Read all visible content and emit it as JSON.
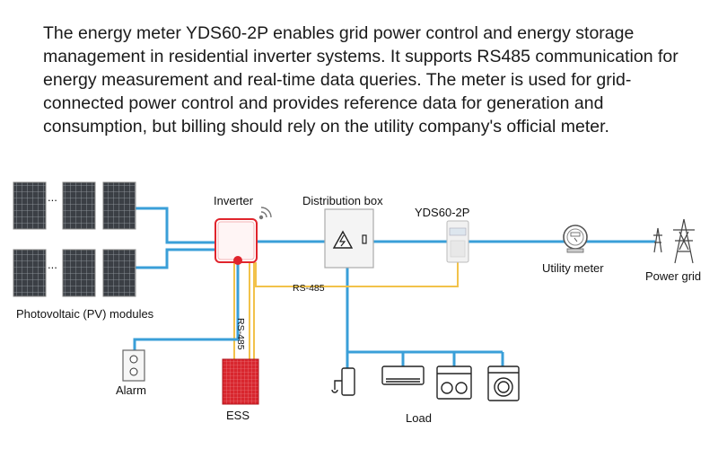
{
  "description": "The energy meter YDS60-2P enables grid power control and energy storage management in residential inverter systems. It supports RS485 communication for energy measurement and real-time data queries. The meter is used for grid-connected power control and provides reference data for generation and consumption, but billing should rely on the utility company's official meter.",
  "labels": {
    "inverter": "Inverter",
    "distribution_box": "Distribution box",
    "meter_model": "YDS60-2P",
    "utility_meter": "Utility meter",
    "power_grid": "Power grid",
    "pv_modules": "Photovoltaic (PV) modules",
    "alarm": "Alarm",
    "ess": "ESS",
    "load": "Load",
    "rs485_horizontal": "RS-485",
    "rs485_vertical": "RS-485",
    "pv_ellipsis": "..."
  },
  "colors": {
    "power_line": "#3a9fd8",
    "comm_line": "#f2c24a",
    "inverter_red": "#e0242c",
    "ess_red": "#d8262e"
  },
  "icons": [
    "pv-panel-icon",
    "wifi-icon",
    "breaker-icon",
    "din-meter-icon",
    "utility-meter-icon",
    "transmission-tower-icon",
    "alarm-icon",
    "battery-icon",
    "water-heater-icon",
    "air-conditioner-icon",
    "dishwasher-icon",
    "washing-machine-icon"
  ]
}
